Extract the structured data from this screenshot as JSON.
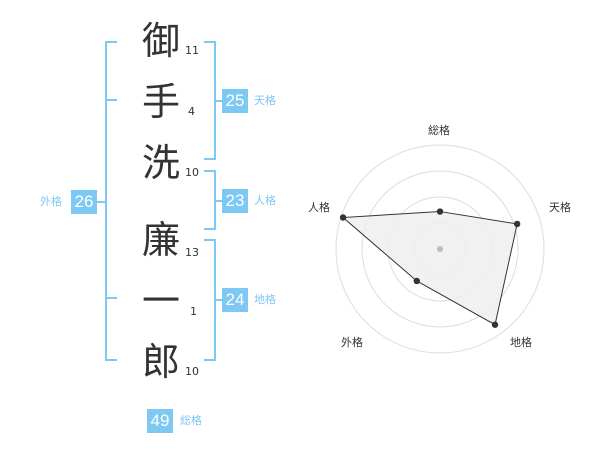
{
  "name": {
    "chars": [
      {
        "char": "御",
        "strokes": "11"
      },
      {
        "char": "手",
        "strokes": "4"
      },
      {
        "char": "洗",
        "strokes": "10"
      },
      {
        "char": "廉",
        "strokes": "13"
      },
      {
        "char": "一",
        "strokes": "1"
      },
      {
        "char": "郎",
        "strokes": "10"
      }
    ]
  },
  "fortune": {
    "tenkaku": {
      "value": "25",
      "label": "天格"
    },
    "jinkaku": {
      "value": "23",
      "label": "人格"
    },
    "chikaku": {
      "value": "24",
      "label": "地格"
    },
    "gaikaku": {
      "value": "26",
      "label": "外格"
    },
    "soukaku": {
      "value": "49",
      "label": "総格"
    }
  },
  "radar": {
    "axes": [
      "総格",
      "天格",
      "地格",
      "外格",
      "人格"
    ],
    "levels": 4,
    "values": [
      0.36,
      0.78,
      0.9,
      0.38,
      0.98
    ]
  },
  "colors": {
    "accent": "#7ec8f4",
    "text": "#333333",
    "grid": "#dddddd",
    "radar_fill": "#eeeeee"
  }
}
